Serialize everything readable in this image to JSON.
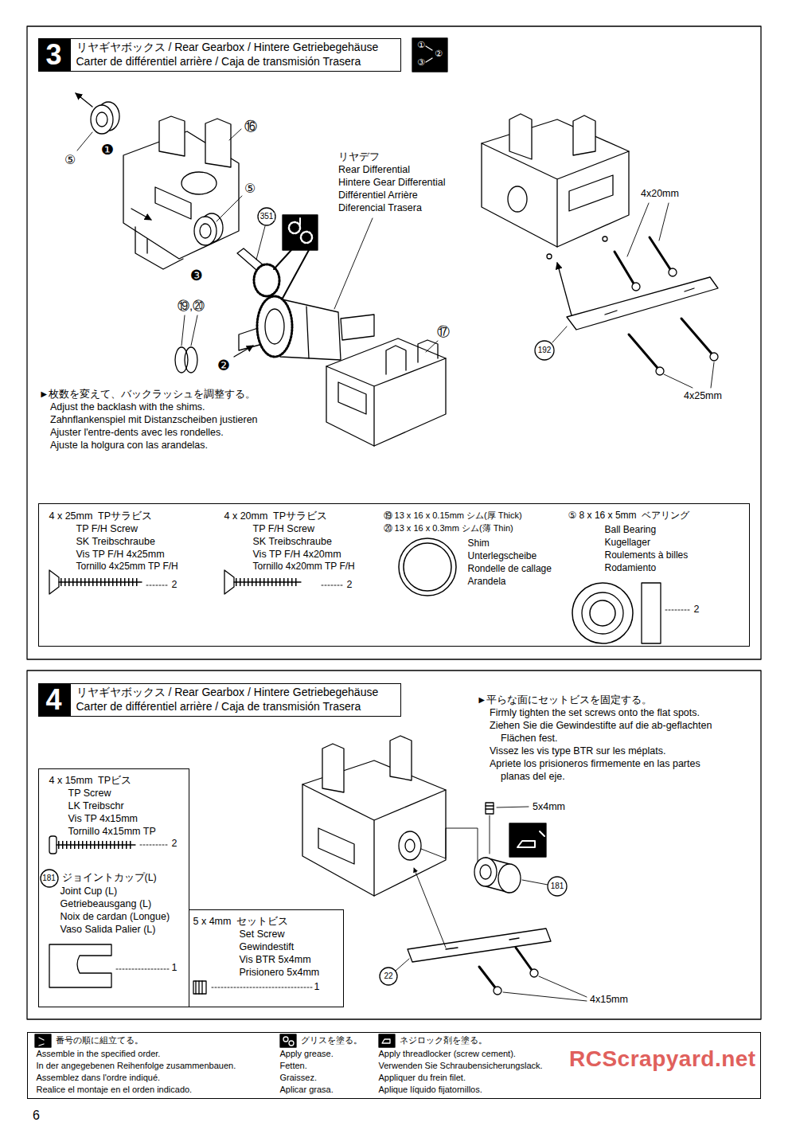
{
  "diagram": {
    "nodes": [
      {
        "text": [
          "3"
        ]
      },
      {
        "text": [
          "リヤギヤボックス / Rear Gearbox / Hintere Getriebegehäuse",
          "Carter de différentiel arrière / Caja de transmisión Trasera"
        ]
      },
      {
        "text": [
          "4 x 25mm  TPサラビス",
          "TP F/H Screw",
          "SK Treibschraube",
          "Vis TP F/H 4x25mm",
          "Tornillo 4x25mm TP F/H",
          "2",
          "4 x 20mm  TPサラビス",
          "TP F/H Screw",
          "SK Treibschraube",
          "Vis TP F/H 4x20mm",
          "Tornillo 4x20mm TP F/H",
          "2",
          "⑲ 13 x 16 x 0.15mm シム(厚 Thick)",
          "⑳ 13 x 16 x 0.3mm シム(薄 Thin)",
          "Shim",
          "Unterlegscheibe",
          "Rondelle de callage",
          "Arandela",
          "⑤ 8 x 16 x 5mm  ベアリング",
          "Ball Bearing",
          "Kugellager",
          "Roulements à billes",
          "Rodamiento",
          "2"
        ]
      },
      {
        "text": [
          "4"
        ]
      },
      {
        "text": [
          "リヤギヤボックス / Rear Gearbox / Hintere Getriebegehäuse",
          "Carter de différentiel arrière / Caja de transmisión Trasera"
        ]
      },
      {
        "text": [
          "4 x 15mm  TPビス",
          "TP Screw",
          "LK Treibschr",
          "Vis TP 4x15mm",
          "Tornillo 4x15mm TP",
          "2",
          "181",
          "ジョイントカップ(L)",
          "Joint Cup (L)",
          "Getriebeausgang (L)",
          "Noix de cardan (Longue)",
          "Vaso Salida Palier (L)",
          "1"
        ]
      },
      {
        "text": [
          "5 x 4mm  セットビス",
          "Set Screw",
          "Gewindestift",
          "Vis BTR 5x4mm",
          "Prisionero 5x4mm",
          "1"
        ]
      },
      {
        "text": [
          "番号の順に組立てる。",
          "Assemble in the specified order.",
          "In der angegebenen Reihenfolge zusammenbauen.",
          "Assemblez dans l'ordre indiqué.",
          "Realice el montaje en el orden indicado.",
          "グリスを塗る。",
          "Apply grease.",
          "Fetten.",
          "Graissez.",
          "Aplicar grasa.",
          "ネジロック剤を塗る。",
          "Apply threadlocker (screw cement).",
          "Verwenden Sie Schraubensicherungslack.",
          "Appliquer du frein filet.",
          "Aplique líquido fijatornillos."
        ]
      }
    ],
    "labels": [
      "①",
      "②",
      "③",
      "⑤",
      "❶",
      "⑯",
      "⑤",
      "351",
      "❸",
      "⑲,⑳",
      "❷",
      "⑰",
      "リヤデフ",
      "Rear Differential",
      "Hintere Gear Differential",
      "Différentiel Arrière",
      "Diferencial Trasera",
      "4x20mm",
      "192",
      "4x25mm",
      "►枚数を変えて、バックラッシュを調整する。",
      "Adjust the backlash with the shims.",
      "Zahnflankenspiel mit Distanzscheiben justieren",
      "Ajuster l'entre-dents avec les rondelles.",
      "Ajuste la holgura con las arandelas.",
      "►平らな面にセットビスを固定する。",
      "Firmly tighten the set screws onto the flat spots.",
      "Ziehen Sie die Gewindestifte auf die ab-geflachten",
      "Flächen fest.",
      "Vissez les vis type BTR sur les méplats.",
      "Apriete los prisioneros firmemente en las partes",
      "planas del eje.",
      "5x4mm",
      "181",
      "22",
      "4x15mm",
      "RCScrapyard.net",
      "6"
    ]
  }
}
